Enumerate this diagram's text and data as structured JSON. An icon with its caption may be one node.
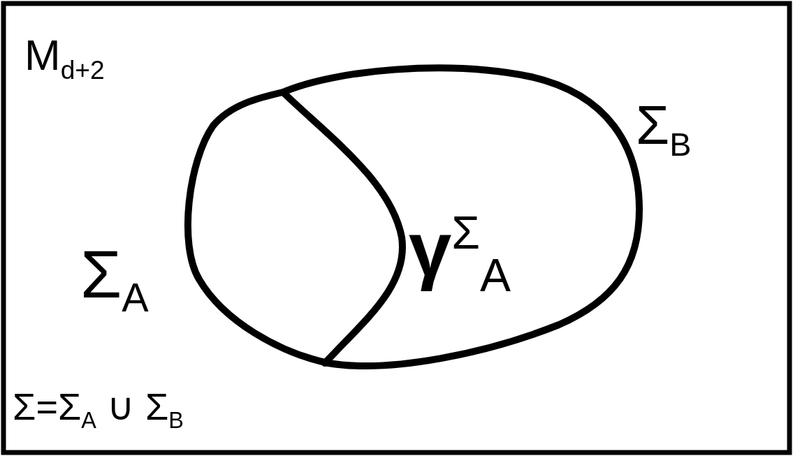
{
  "diagram": {
    "labels": [
      "M$_{d+2}$",
      "Σ$_{B}$",
      "Σ$_{A}$",
      "**γ**$^{Σ}$$_{A}$",
      "Σ=Σ$_{A}$ ∪ Σ$_{B}$"
    ]
  }
}
